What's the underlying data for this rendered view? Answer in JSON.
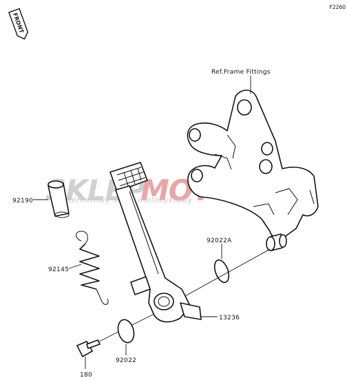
{
  "figure_code": "F2260",
  "direction_label": "FRONT",
  "reference_label": "Ref.Frame Fittings",
  "watermark": {
    "brand_left": "SKLEP",
    "brand_right": "MOTO.PL",
    "tagline": "internetowy sklep motocyklowy"
  },
  "part_labels": {
    "collar": "92190",
    "spring": "92145",
    "bushing": "92022A",
    "pedal": "13236",
    "washer": "92022",
    "bolt": "180"
  },
  "colors": {
    "ink": "#111111",
    "watermark_grey": "#c8c8c8",
    "watermark_red": "#e8a0a0"
  }
}
